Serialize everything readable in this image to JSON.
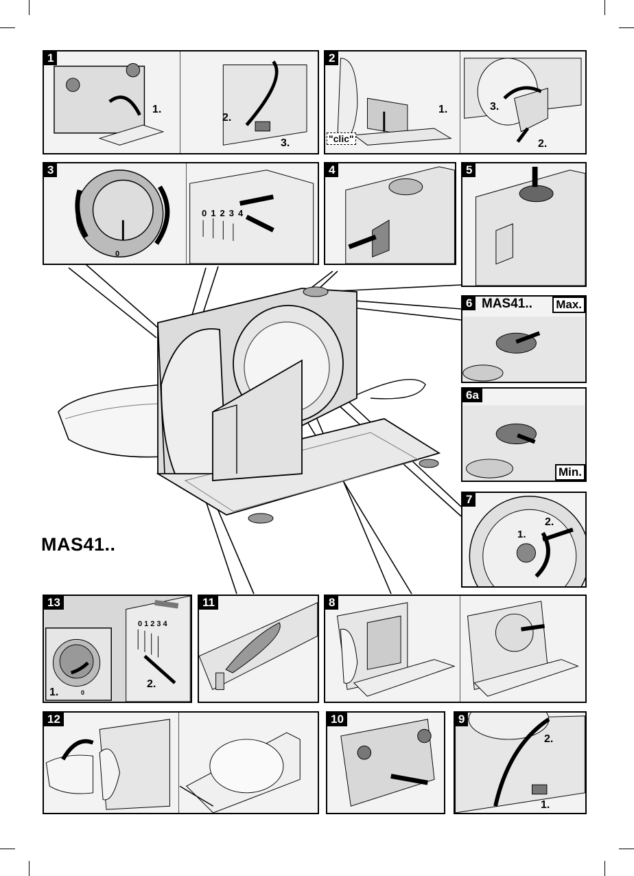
{
  "model_label": "MAS41..",
  "panels": {
    "p1": {
      "num": "1",
      "steps": [
        "1.",
        "2.",
        "3."
      ]
    },
    "p2": {
      "num": "2",
      "steps": [
        "1.",
        "2.",
        "3."
      ],
      "callout": "\"clic\""
    },
    "p3": {
      "num": "3",
      "dial_zero": "0",
      "scale": [
        "0",
        "1",
        "2",
        "3",
        "4"
      ]
    },
    "p4": {
      "num": "4"
    },
    "p5": {
      "num": "5"
    },
    "p6": {
      "num": "6",
      "title": "MAS41..",
      "tag": "Max."
    },
    "p6a": {
      "num": "6a",
      "tag": "Min."
    },
    "p7": {
      "num": "7",
      "steps": [
        "1.",
        "2."
      ]
    },
    "p8": {
      "num": "8"
    },
    "p9": {
      "num": "9",
      "steps": [
        "1.",
        "2."
      ]
    },
    "p10": {
      "num": "10"
    },
    "p11": {
      "num": "11"
    },
    "p12": {
      "num": "12"
    },
    "p13": {
      "num": "13",
      "steps": [
        "1.",
        "2."
      ],
      "scale": [
        "0",
        "1",
        "2",
        "3",
        "4"
      ],
      "dial_zero": "0"
    }
  }
}
